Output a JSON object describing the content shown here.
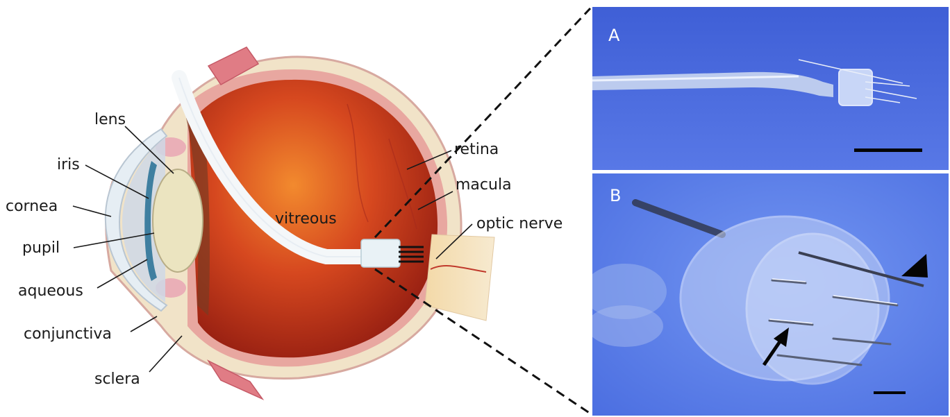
{
  "labels": {
    "lens": "lens",
    "iris": "iris",
    "cornea": "cornea",
    "pupil": "pupil",
    "aqueous": "aqueous",
    "conjunctiva": "conjunctiva",
    "sclera": "sclera",
    "vitreous": "vitreous",
    "retina": "retina",
    "macula": "macula",
    "optic_nerve": "optic nerve"
  },
  "panels": {
    "a": {
      "letter": "A"
    },
    "b": {
      "letter": "B"
    }
  },
  "colors": {
    "background": "#ffffff",
    "photo_blue": "#4f6fdc",
    "vitreous_red": "#c5361c",
    "sclera_beige": "#f1e3c8",
    "lens_tan": "#ebe4c0"
  }
}
